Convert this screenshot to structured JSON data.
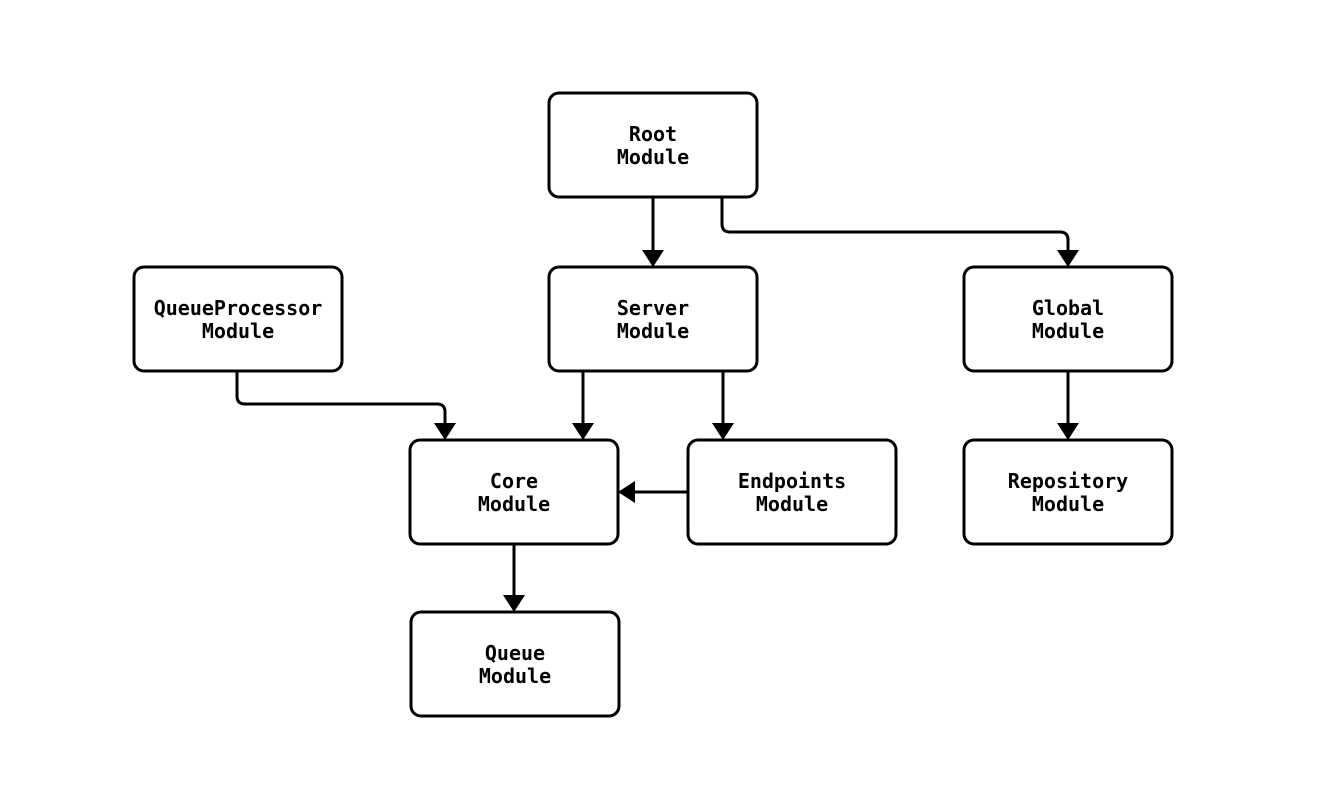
{
  "diagram": {
    "type": "flowchart",
    "background_color": "#ffffff",
    "node_fill_color": "#ffffff",
    "node_stroke_color": "#000000",
    "edge_color": "#000000",
    "nodes": [
      {
        "id": "root",
        "line1": "Root",
        "line2": "Module"
      },
      {
        "id": "queueprocessor",
        "line1": "QueueProcessor",
        "line2": "Module"
      },
      {
        "id": "server",
        "line1": "Server",
        "line2": "Module"
      },
      {
        "id": "global",
        "line1": "Global",
        "line2": "Module"
      },
      {
        "id": "core",
        "line1": "Core",
        "line2": "Module"
      },
      {
        "id": "endpoints",
        "line1": "Endpoints",
        "line2": "Module"
      },
      {
        "id": "repository",
        "line1": "Repository",
        "line2": "Module"
      },
      {
        "id": "queue",
        "line1": "Queue",
        "line2": "Module"
      }
    ],
    "edges": [
      {
        "from": "root",
        "to": "server"
      },
      {
        "from": "root",
        "to": "global"
      },
      {
        "from": "queueprocessor",
        "to": "core"
      },
      {
        "from": "server",
        "to": "core"
      },
      {
        "from": "server",
        "to": "endpoints"
      },
      {
        "from": "endpoints",
        "to": "core"
      },
      {
        "from": "global",
        "to": "repository"
      },
      {
        "from": "core",
        "to": "queue"
      }
    ]
  }
}
